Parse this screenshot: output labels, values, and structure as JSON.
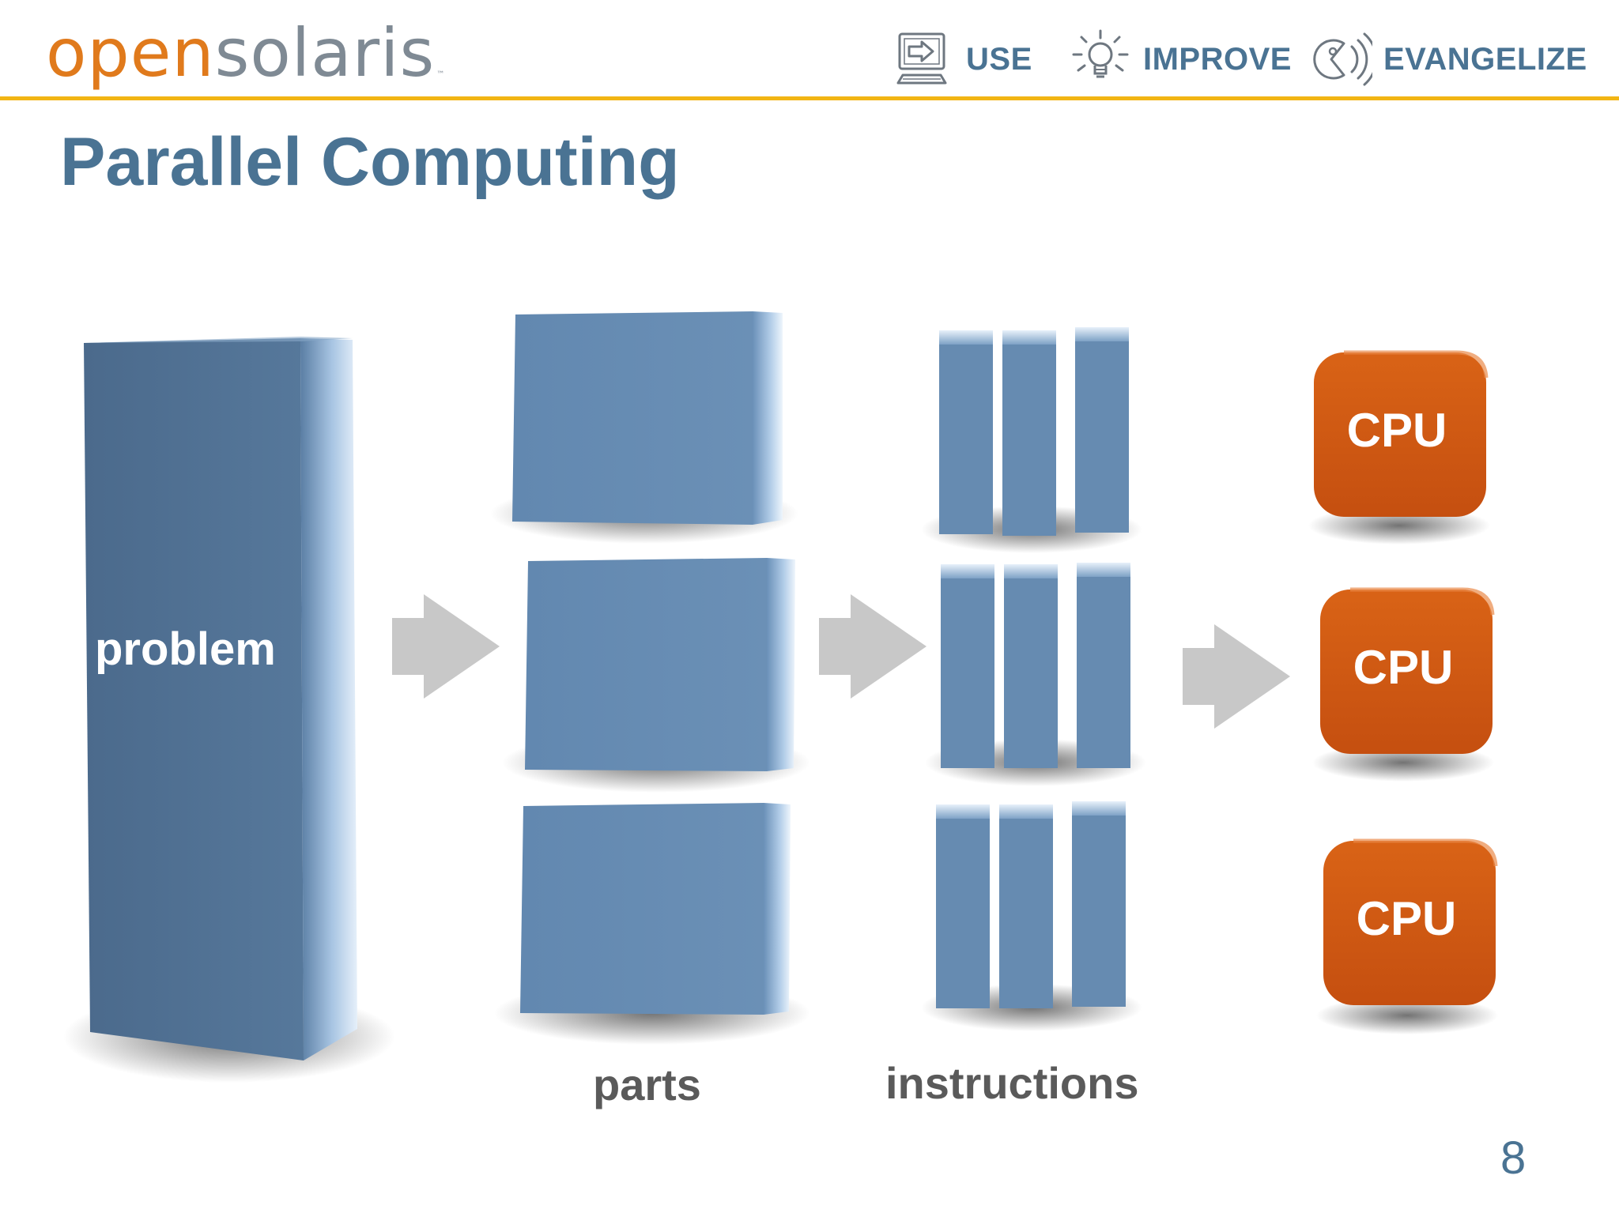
{
  "header": {
    "logo": {
      "part1": "open",
      "part2": "solaris",
      "trademark": "™"
    },
    "nav": [
      {
        "label": "USE",
        "icon": "monitor-arrow-icon"
      },
      {
        "label": "IMPROVE",
        "icon": "lightbulb-icon"
      },
      {
        "label": "EVANGELIZE",
        "icon": "broadcast-speaker-icon"
      }
    ]
  },
  "slide": {
    "title": "Parallel Computing",
    "page_number": "8"
  },
  "diagram": {
    "problem_label": "problem",
    "parts_label": "parts",
    "instructions_label": "instructions",
    "cpu_labels": [
      "CPU",
      "CPU",
      "CPU"
    ]
  },
  "colors": {
    "logo_orange": "#e07a1c",
    "logo_gray": "#7f8a94",
    "accent_rule": "#f2b514",
    "title_blue": "#4a7393",
    "block_blue": "#668bb1",
    "problem_blue": "#4f6f91",
    "cpu_orange": "#cf5512",
    "arrow_gray": "#c8c8c8",
    "label_gray": "#5a5a5a"
  }
}
